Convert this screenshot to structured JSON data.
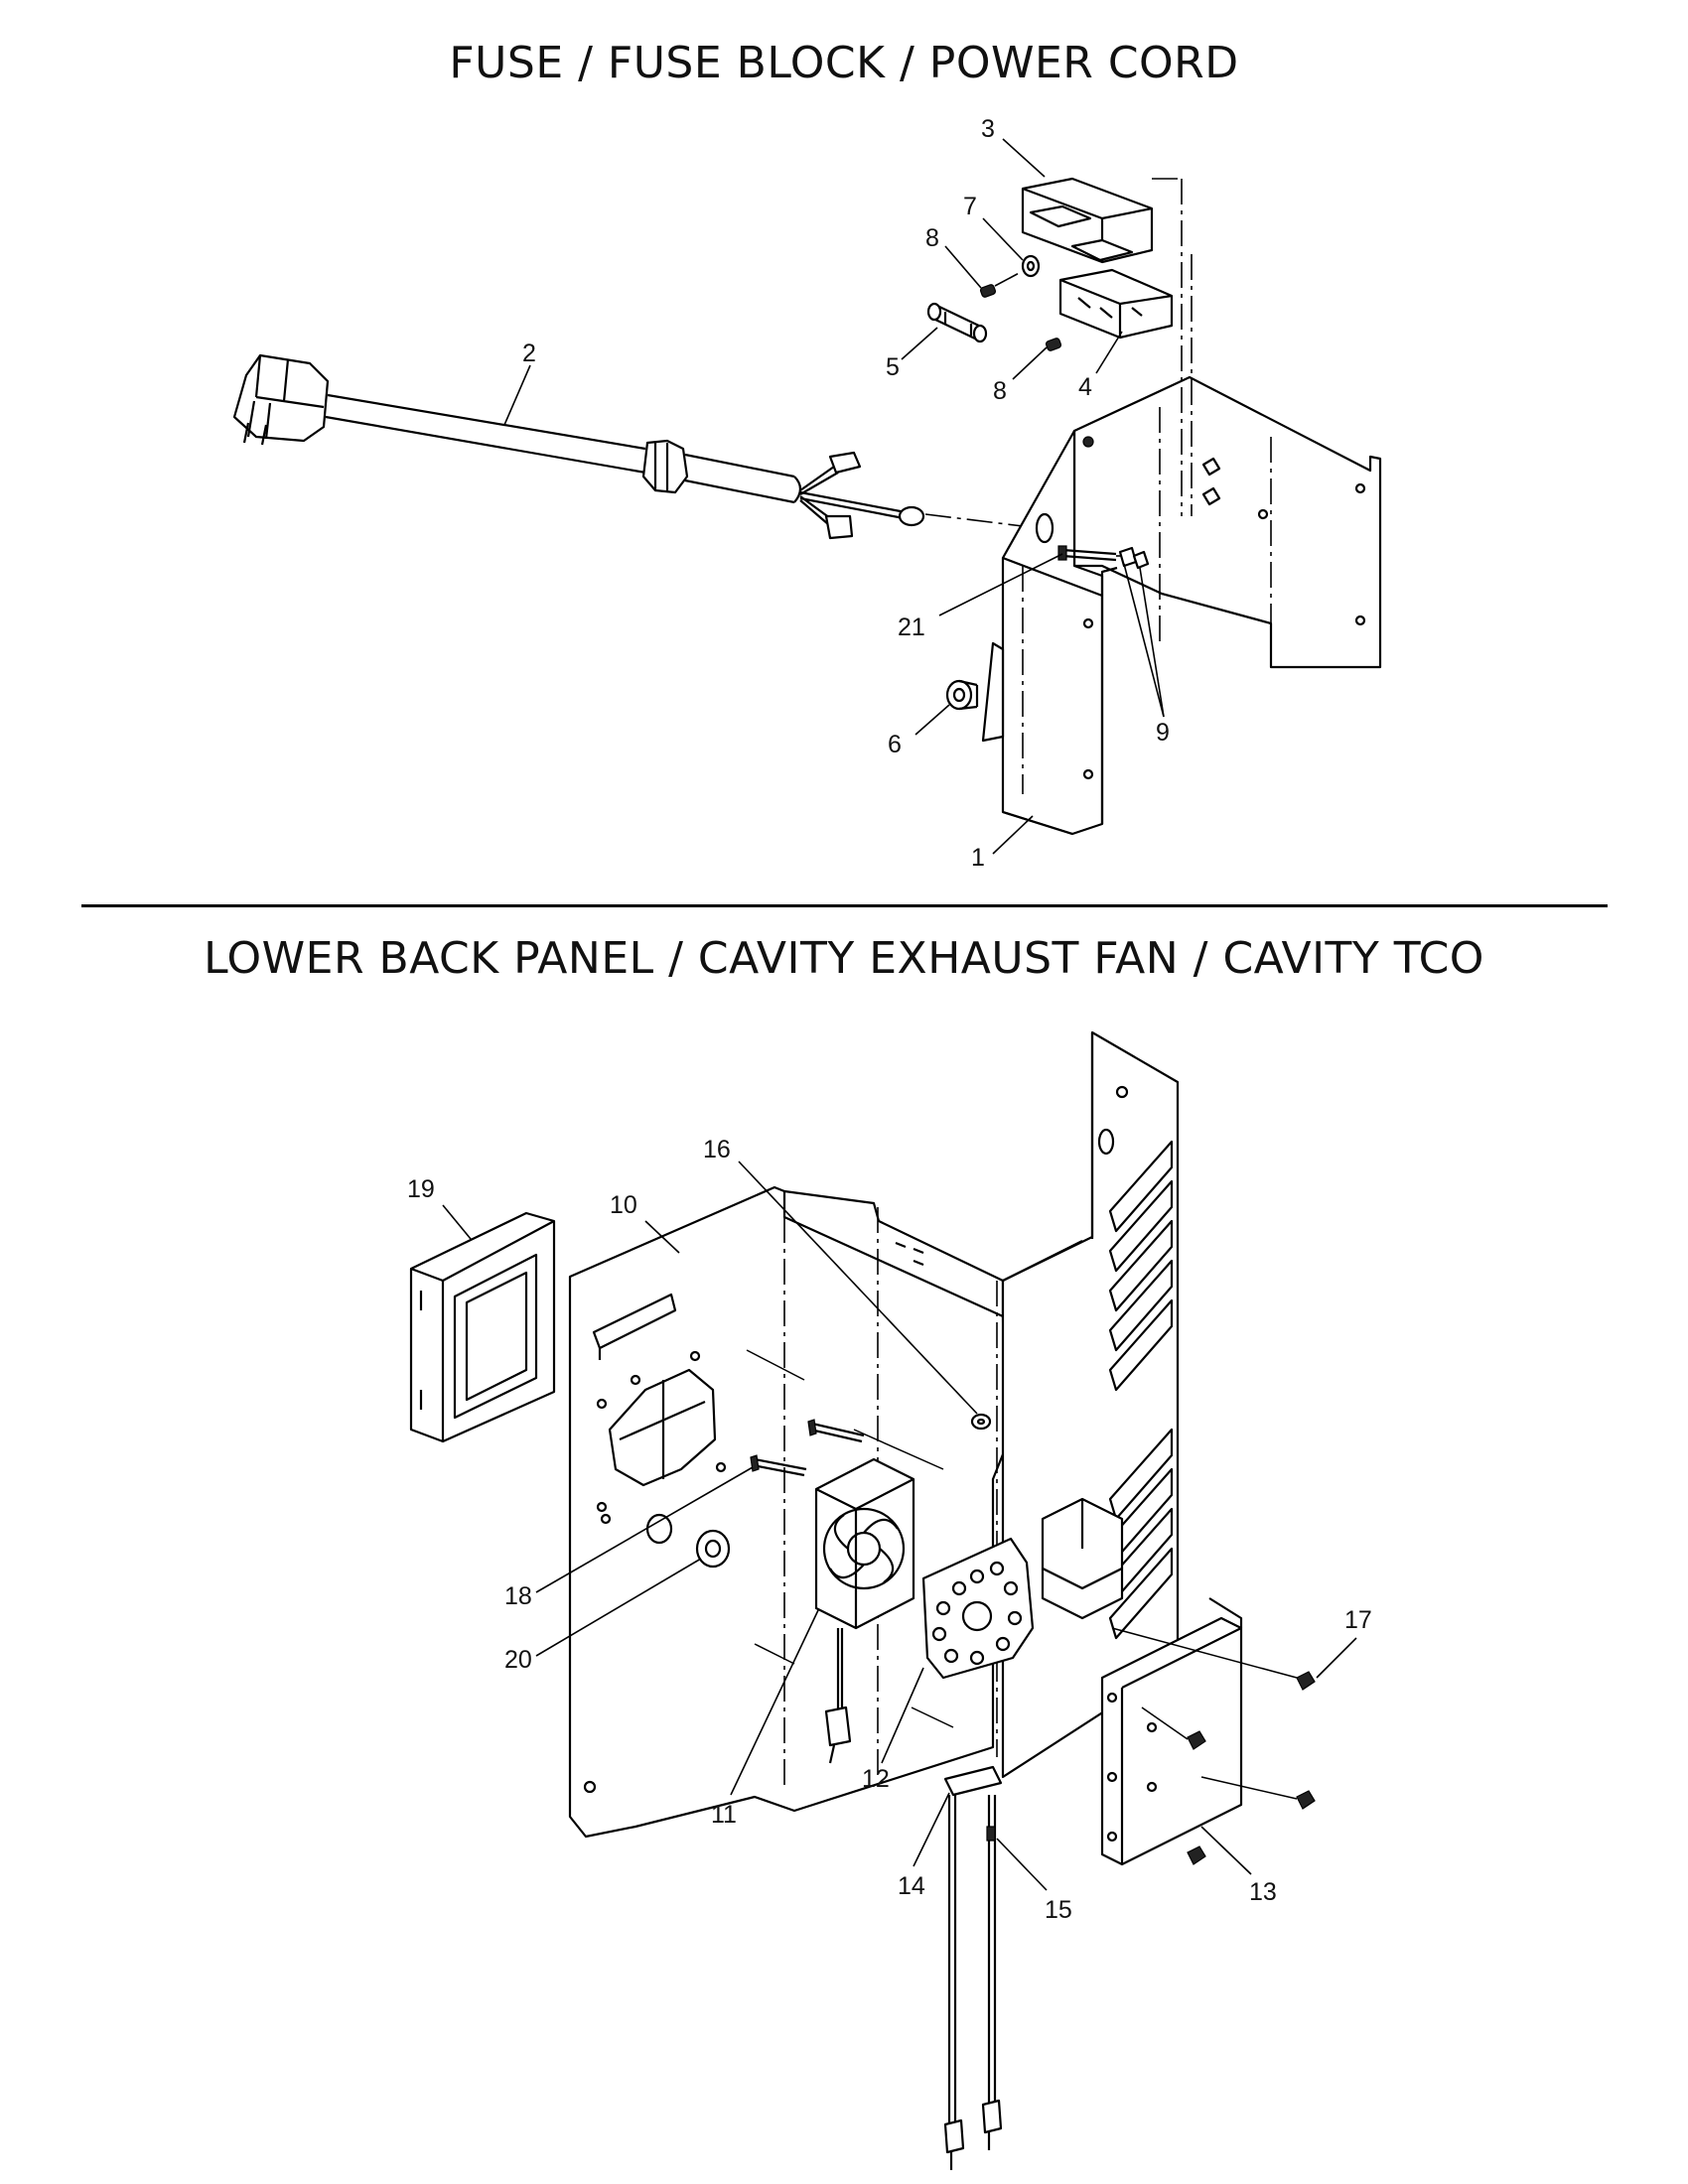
{
  "diagrams": {
    "top": {
      "title": "FUSE / FUSE BLOCK / POWER CORD",
      "callouts": [
        "3",
        "7",
        "8",
        "2",
        "5",
        "8",
        "4",
        "21",
        "9",
        "6",
        "1"
      ]
    },
    "bottom": {
      "title": "LOWER BACK PANEL / CAVITY EXHAUST FAN / CAVITY TCO",
      "callouts": [
        "16",
        "19",
        "10",
        "18",
        "20",
        "11",
        "12",
        "17",
        "14",
        "15",
        "13"
      ]
    }
  }
}
